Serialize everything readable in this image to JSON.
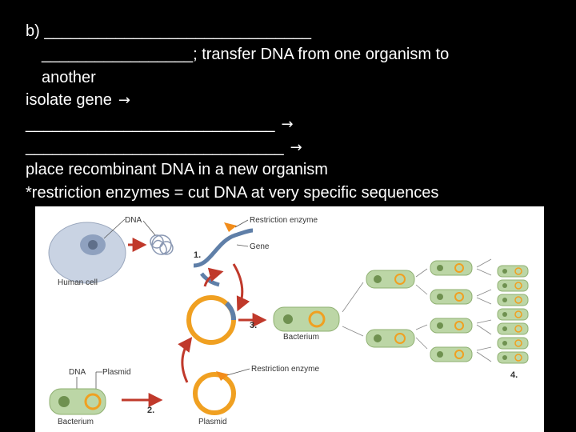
{
  "slide": {
    "line1": "b) ______________________________",
    "line2": "_________________; transfer DNA from one organism to",
    "line3": "another",
    "line4": "isolate gene",
    "line5": "____________________________",
    "line6": "_____________________________",
    "line7": "place recombinant DNA in a new organism",
    "line8": "*restriction enzymes = cut DNA at very specific sequences",
    "arrow_glyph": "→"
  },
  "figure": {
    "labels": {
      "dna": "DNA",
      "restriction_enzyme_top": "Restriction enzyme",
      "gene": "Gene",
      "human_cell": "Human cell",
      "bacterium_middle": "Bacterium",
      "dna_bottom": "DNA",
      "plasmid_top": "Plasmid",
      "restriction_enzyme_bottom": "Restriction enzyme",
      "bacterium_bottom": "Bacterium",
      "plasmid_bottom": "Plasmid"
    },
    "steps": {
      "s1": "1.",
      "s2": "2.",
      "s3": "3.",
      "s4": "4."
    },
    "colors": {
      "cell_fill": "#c9d3e3",
      "plasmid_orange": "#f0a021",
      "gene_blue": "#5f7fa8",
      "arrow_red": "#c0392b",
      "bacterium_green": "#bcd6a6",
      "enzyme_orange": "#f28c1a"
    }
  }
}
